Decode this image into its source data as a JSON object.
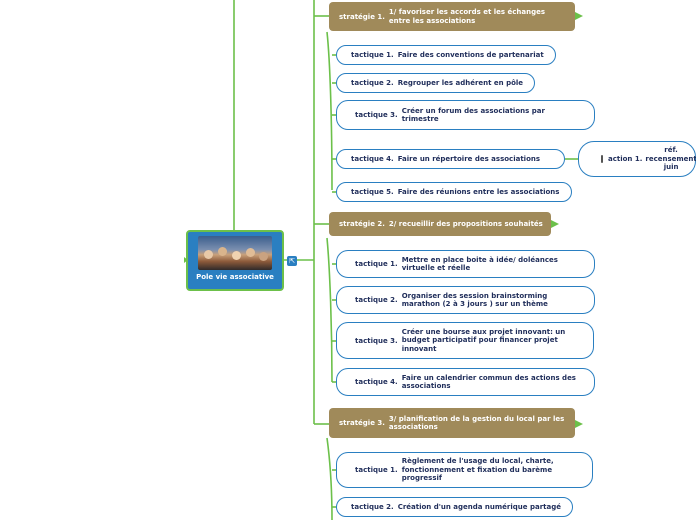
{
  "central": {
    "title": "Pole vie associative",
    "photo_icon": "group-photo"
  },
  "colors": {
    "strategy": "#a08a5a",
    "tactic_border": "#2a7fc1",
    "connector": "#6cc04a",
    "central": "#2a7fc1"
  },
  "strategies": [
    {
      "label": "stratégie 1.",
      "text": "1/ favoriser les accords et les échanges entre les associations"
    },
    {
      "label": "stratégie 2.",
      "text": "2/ recueillir des propositions souhaités"
    },
    {
      "label": "stratégie 3.",
      "text": "3/ planification de la gestion du local par les associations"
    }
  ],
  "tactics": [
    {
      "label": "tactique 1.",
      "text": "Faire des conventions de partenariat"
    },
    {
      "label": "tactique 2.",
      "text": "Regrouper les adhérent en pôle"
    },
    {
      "label": "tactique 3.",
      "text": "Créer un forum des associations par trimestre"
    },
    {
      "label": "tactique 4.",
      "text": "Faire un répertoire des associations"
    },
    {
      "label": "tactique 5.",
      "text": "Faire des réunions entre les associations"
    },
    {
      "label": "tactique 1.",
      "text": "Mettre en place boite à idée/ doléances virtuelle et réelle"
    },
    {
      "label": "tactique 2.",
      "text": "Organiser des  session brainstorming marathon (2 à 3 jours ) sur un thème"
    },
    {
      "label": "tactique 3.",
      "text": "Créer une bourse aux projet innovant: un budget participatif pour financer projet innovant"
    },
    {
      "label": "tactique 4.",
      "text": "Faire un calendrier commun des actions des associations"
    },
    {
      "label": "tactique 1.",
      "text": "Règlement de l'usage du local, charte, fonctionnement et fixation du barème progressif"
    },
    {
      "label": "tactique 2.",
      "text": "Création d'un agenda numérique partagé"
    }
  ],
  "action": {
    "label": "action 1.",
    "text": "réf. recensement juin"
  }
}
